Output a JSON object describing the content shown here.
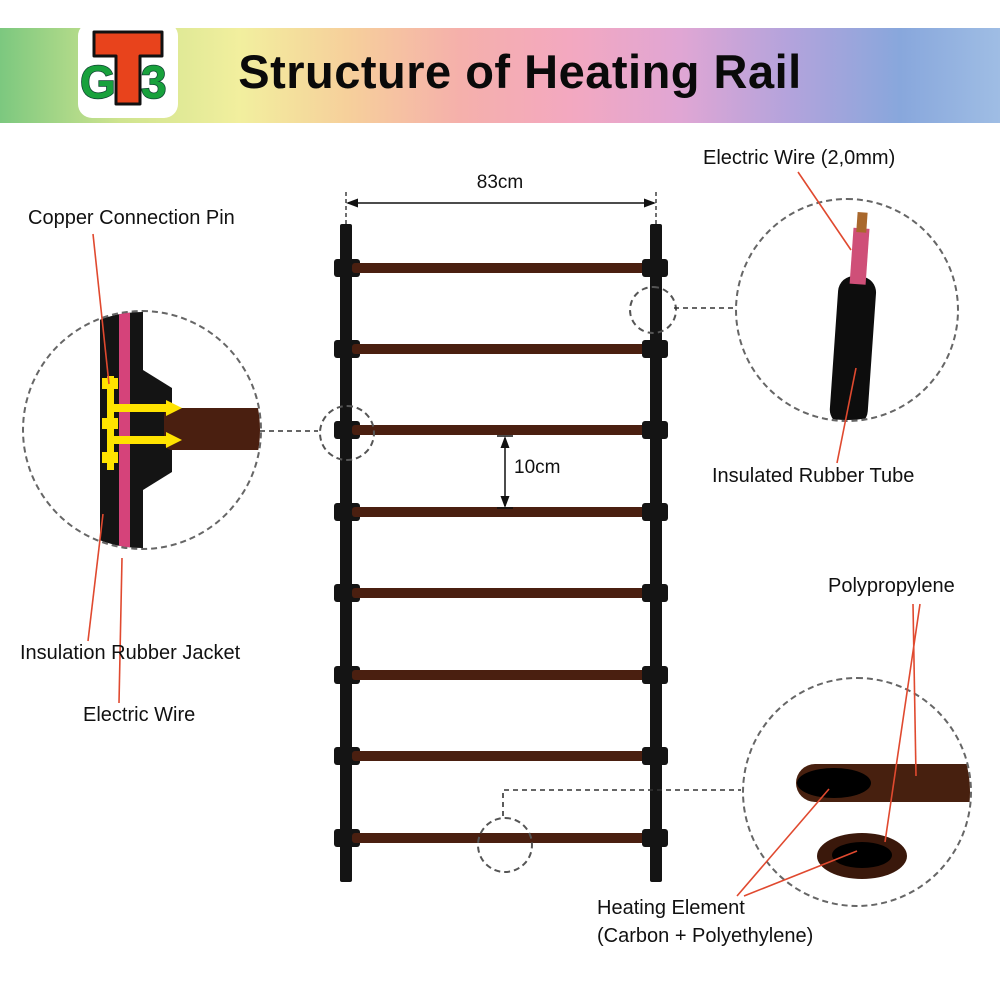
{
  "header": {
    "title": "Structure of Heating Rail",
    "logo": {
      "g": "G",
      "t": "T",
      "three": "3"
    }
  },
  "dimensions": {
    "rail_width": "83cm",
    "rung_spacing": "10cm"
  },
  "callouts": {
    "copper_pin": "Copper Connection Pin",
    "insulation_jacket": "Insulation Rubber Jacket",
    "electric_wire": "Electric Wire",
    "electric_wire_diameter": "Electric Wire (2,0mm)",
    "insulated_rubber_tube": "Insulated Rubber Tube",
    "polypropylene": "Polypropylene",
    "heating_element_line1": "Heating Element",
    "heating_element_line2": "(Carbon + Polyethylene)"
  },
  "ladder": {
    "rung_count": 8,
    "rung_centers_y": [
      268,
      349,
      430,
      512,
      593,
      675,
      756,
      838
    ]
  },
  "colors": {
    "leader_line": "#e0492f",
    "rail_black": "#141414",
    "rung_brown": "#4a1f10",
    "wire_pink": "#d5437a",
    "copper_yellow": "#ffe300",
    "copper_tip": "#a9682c"
  }
}
